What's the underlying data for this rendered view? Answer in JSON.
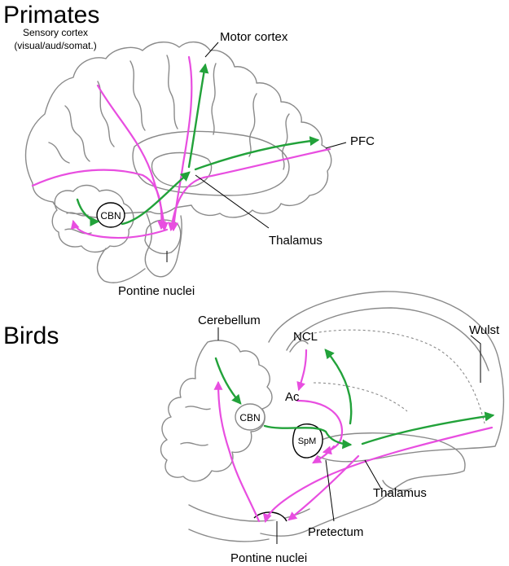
{
  "primates": {
    "heading": "Primates",
    "sensory_cortex_line1": "Sensory cortex",
    "sensory_cortex_line2": "(visual/aud/somat.)",
    "motor_cortex": "Motor cortex",
    "pfc": "PFC",
    "cbn": "CBN",
    "thalamus": "Thalamus",
    "pontine_nuclei": "Pontine nuclei"
  },
  "birds": {
    "heading": "Birds",
    "cerebellum": "Cerebellum",
    "ncl": "NCL",
    "wulst": "Wulst",
    "ac": "Ac",
    "cbn": "CBN",
    "spm": "SpM",
    "thalamus": "Thalamus",
    "pretectum": "Pretectum",
    "pontine_nuclei": "Pontine nuclei"
  },
  "colors": {
    "cortex_to_pons_pathway": "#e84ee0",
    "cerebellar_output_pathway": "#22a23a",
    "outline": "#8a8a8a"
  }
}
